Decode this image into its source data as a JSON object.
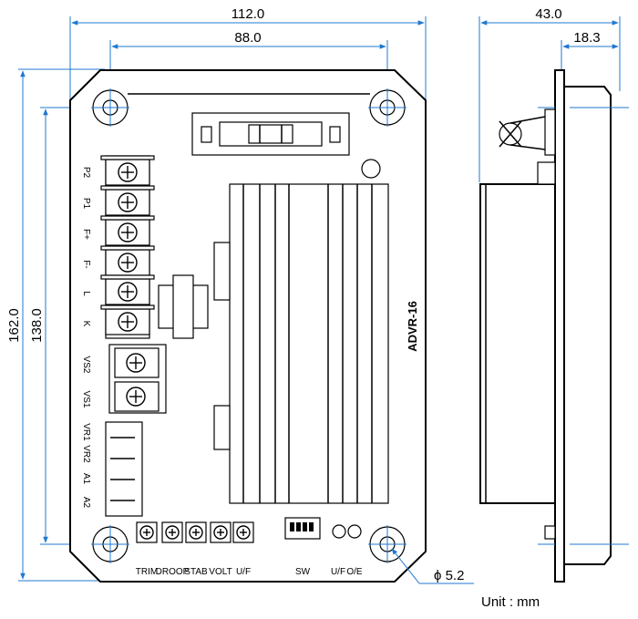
{
  "dimensions": {
    "overall_width": "112.0",
    "hole_spacing_width": "88.0",
    "overall_height": "162.0",
    "hole_spacing_height": "138.0",
    "depth": "43.0",
    "depth_partial": "18.3",
    "hole_diameter": "ϕ 5.2"
  },
  "model": "ADVR-16",
  "unit_note": "Unit : mm",
  "terminals": [
    "P2",
    "P1",
    "F+",
    "F-",
    "L",
    "K"
  ],
  "sensing_terminals": [
    "VS2",
    "VS1"
  ],
  "vr_terminals": [
    "VR1",
    "VR2",
    "A1",
    "A2"
  ],
  "pots": [
    "TRIM",
    "DROOP",
    "STAB",
    "VOLT",
    "U/F"
  ],
  "switch_label": "SW",
  "indicator_labels": [
    "U/F",
    "O/E"
  ]
}
